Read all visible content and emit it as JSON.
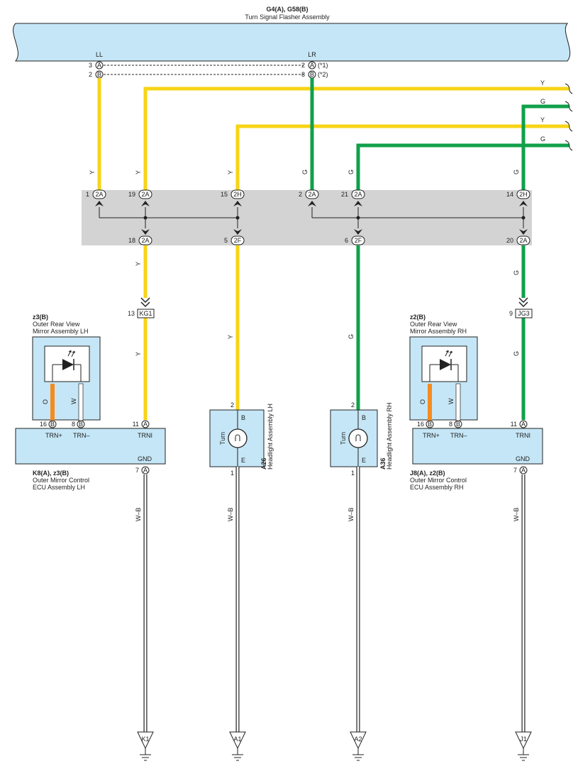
{
  "flasher": {
    "title": "G4(A), G58(B)",
    "subtitle": "Turn Signal Flasher Assembly",
    "term_ll": "LL",
    "term_lr": "LR",
    "pins": [
      {
        "num": "3",
        "conn": "A"
      },
      {
        "num": "2",
        "conn": "B"
      },
      {
        "num": "2",
        "conn": "A",
        "note": "(*1)"
      },
      {
        "num": "8",
        "conn": "B",
        "note": "(*2)"
      }
    ]
  },
  "wire_colors": {
    "yellow": "Y",
    "green": "G",
    "white_black": "W–B",
    "orange": "O",
    "white": "W"
  },
  "junction": {
    "top": [
      {
        "num": "1",
        "conn": "2A"
      },
      {
        "num": "19",
        "conn": "2A"
      },
      {
        "num": "15",
        "conn": "2H"
      },
      {
        "num": "2",
        "conn": "2A"
      },
      {
        "num": "21",
        "conn": "2A"
      },
      {
        "num": "14",
        "conn": "2H"
      }
    ],
    "bottom": [
      {
        "num": "18",
        "conn": "2A"
      },
      {
        "num": "5",
        "conn": "2F"
      },
      {
        "num": "6",
        "conn": "2F"
      },
      {
        "num": "20",
        "conn": "2A"
      }
    ]
  },
  "connectors": {
    "kg1": {
      "num": "13",
      "label": "KG1"
    },
    "jg3": {
      "num": "9",
      "label": "JG3"
    }
  },
  "mirror_lh": {
    "title": "z3(B)",
    "line1": "Outer Rear View",
    "line2": "Mirror Assembly LH",
    "ecu_title": "K8(A), z3(B)",
    "ecu_line1": "Outer Mirror Control",
    "ecu_line2": "ECU Assembly LH",
    "pin_trnp": "16",
    "pin_trnp_conn": "B",
    "label_trnp": "TRN+",
    "pin_trnm": "8",
    "pin_trnm_conn": "B",
    "label_trnm": "TRN–",
    "pin_trni": "11",
    "pin_trni_conn": "A",
    "label_trni": "TRNI",
    "pin_gnd": "7",
    "pin_gnd_conn": "A",
    "label_gnd": "GND"
  },
  "mirror_rh": {
    "title": "z2(B)",
    "line1": "Outer Rear View",
    "line2": "Mirror Assembly RH",
    "ecu_title": "J8(A), z2(B)",
    "ecu_line1": "Outer Mirror Control",
    "ecu_line2": "ECU Assembly RH",
    "pin_trnp": "16",
    "pin_trnp_conn": "B",
    "label_trnp": "TRN+",
    "pin_trnm": "8",
    "pin_trnm_conn": "B",
    "label_trnm": "TRN–",
    "pin_trni": "11",
    "pin_trni_conn": "A",
    "label_trni": "TRNI",
    "pin_gnd": "7",
    "pin_gnd_conn": "A",
    "label_gnd": "GND"
  },
  "headlight_lh": {
    "id": "A26",
    "name": "Headlight Assembly LH",
    "pin_b": "2",
    "label_b": "B",
    "pin_e": "1",
    "label_e": "E",
    "bulb": "Turn"
  },
  "headlight_rh": {
    "id": "A36",
    "name": "Headlight Assembly RH",
    "pin_b": "2",
    "label_b": "B",
    "pin_e": "1",
    "label_e": "E",
    "bulb": "Turn"
  },
  "grounds": [
    "K1",
    "A1",
    "A2",
    "J1"
  ]
}
